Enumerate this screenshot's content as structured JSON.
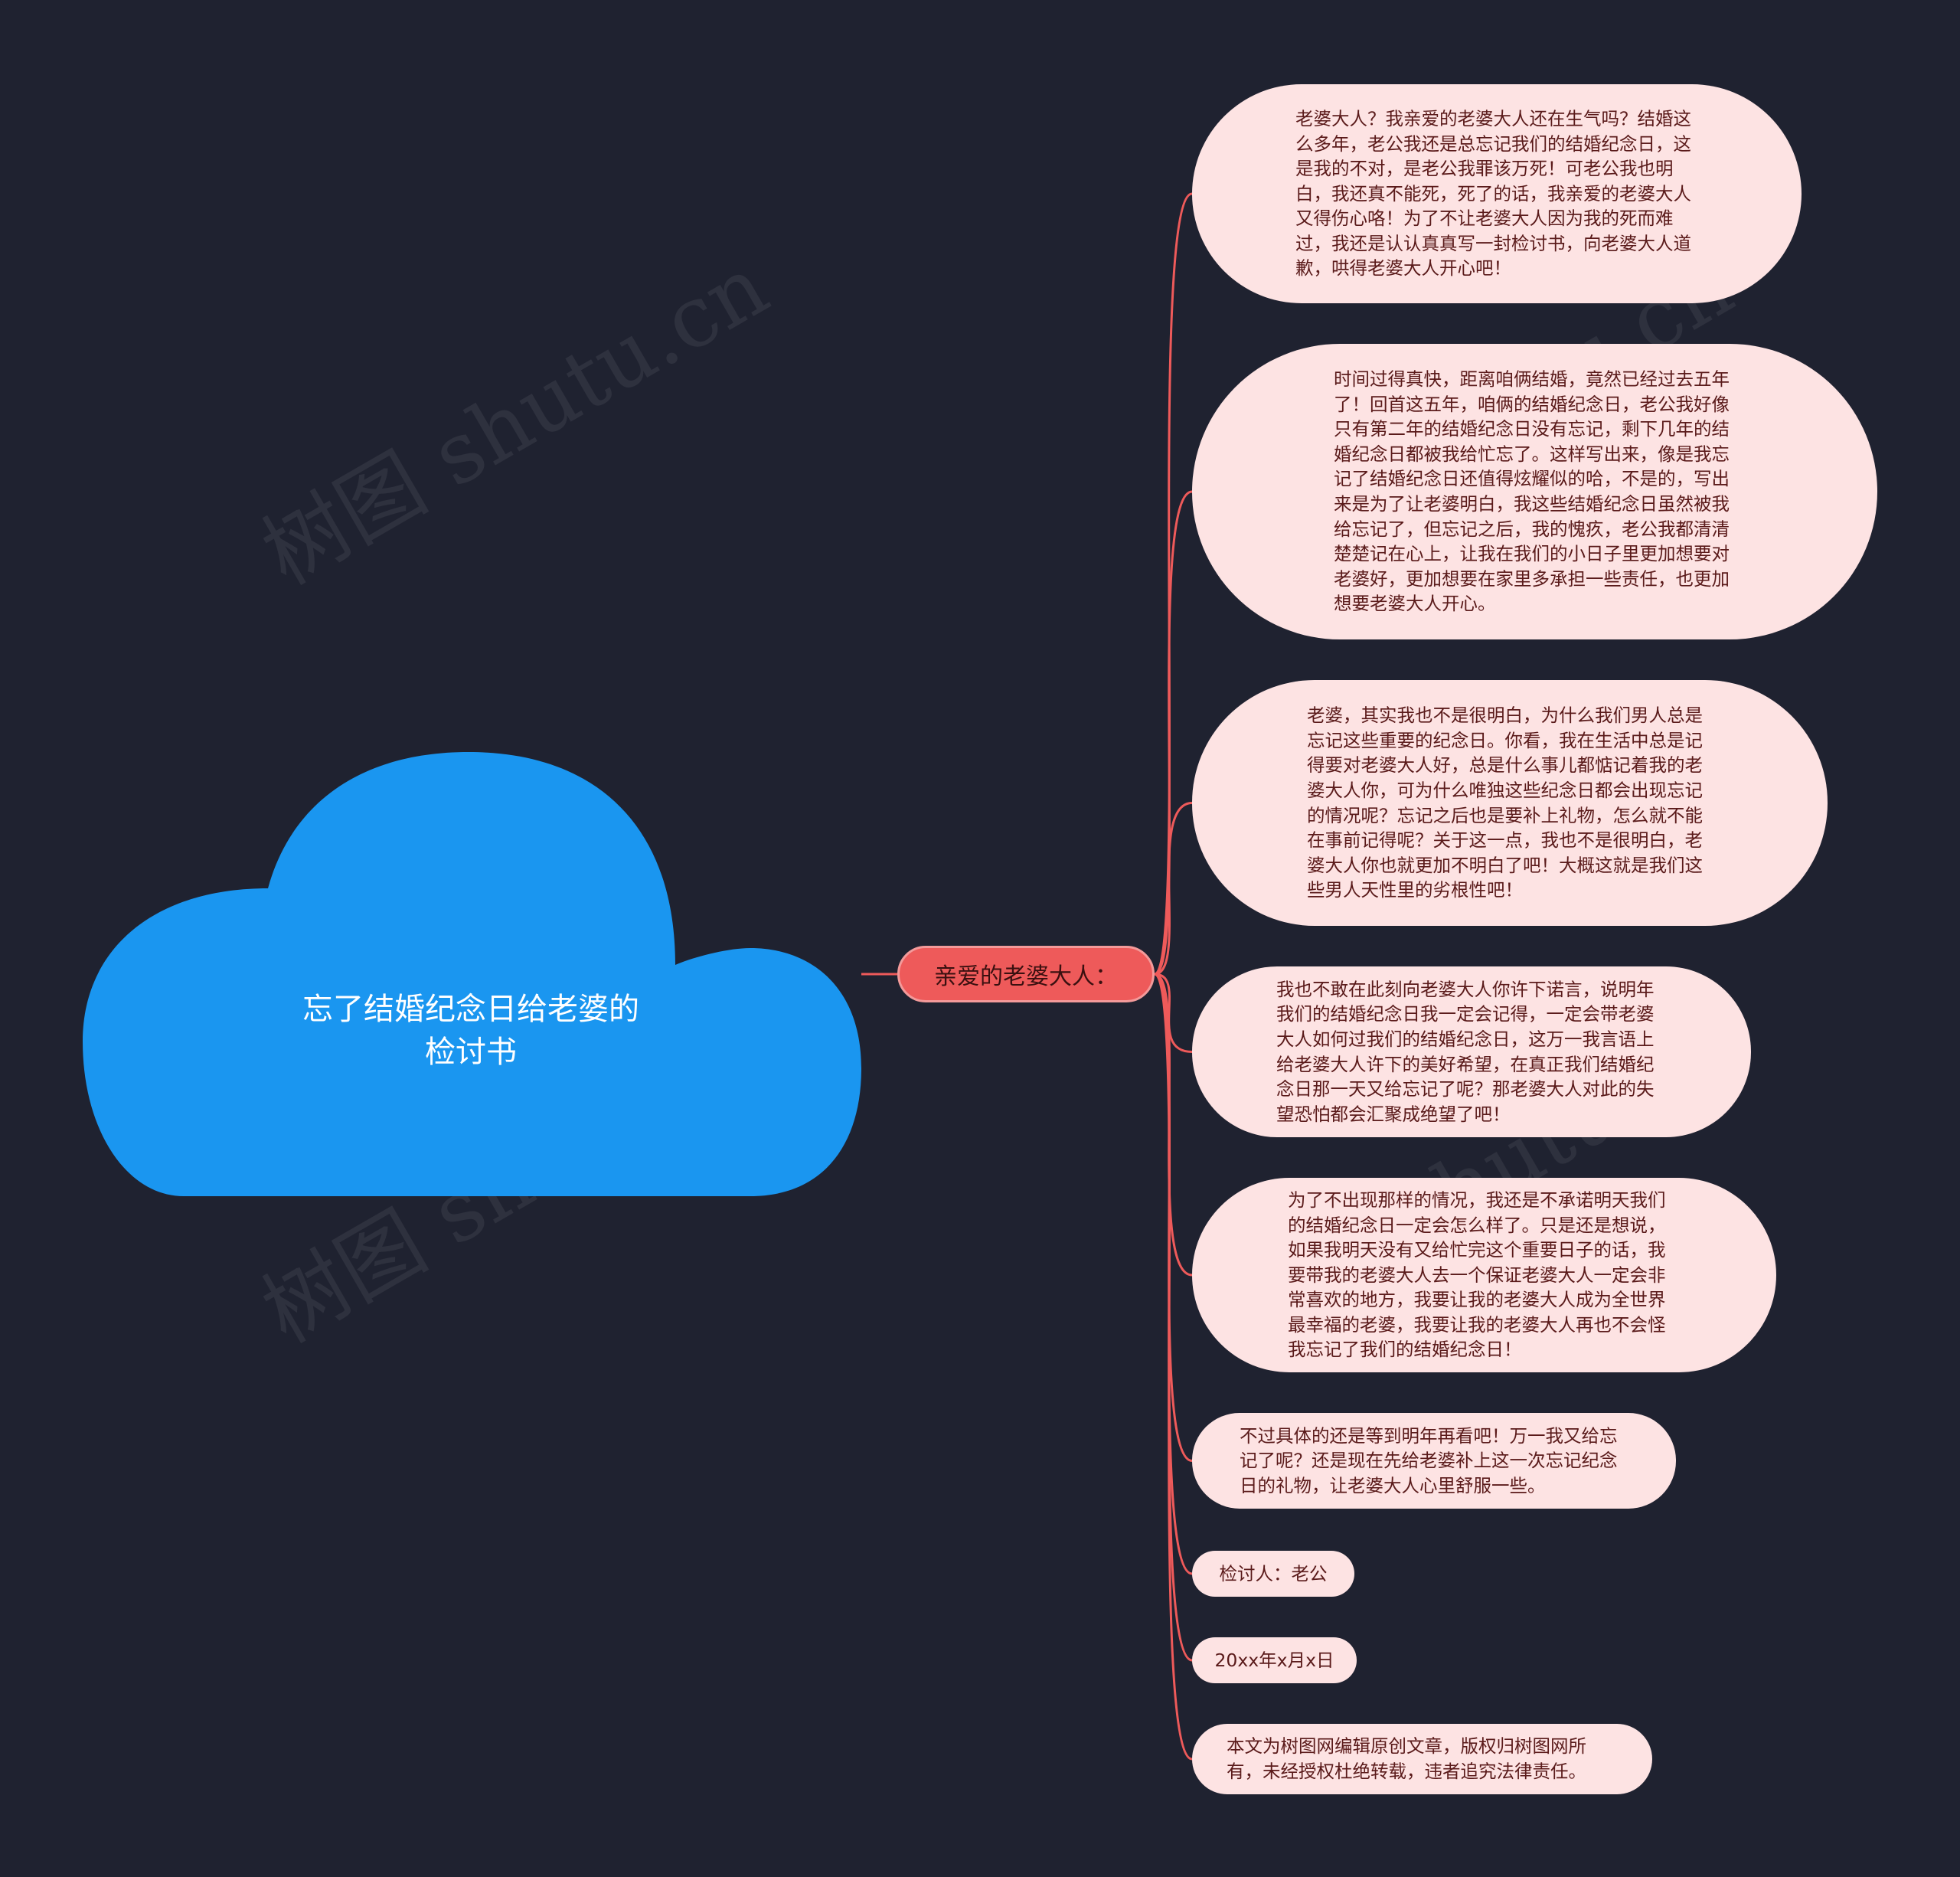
{
  "root": {
    "title_line1": "忘了结婚纪念日给老婆的",
    "title_line2": "检讨书",
    "color": "#1a96f0"
  },
  "branch": {
    "label": "亲爱的老婆大人：",
    "color": "#ee5a5a"
  },
  "leaves": [
    "老婆大人？我亲爱的老婆大人还在生气吗？结婚这么多年，老公我还是总忘记我们的结婚纪念日，这是我的不对，是老公我罪该万死！可老公我也明白，我还真不能死，死了的话，我亲爱的老婆大人又得伤心咯！为了不让老婆大人因为我的死而难过，我还是认认真真写一封检讨书，向老婆大人道歉，哄得老婆大人开心吧！",
    "时间过得真快，距离咱俩结婚，竟然已经过去五年了！回首这五年，咱俩的结婚纪念日，老公我好像只有第二年的结婚纪念日没有忘记，剩下几年的结婚纪念日都被我给忙忘了。这样写出来，像是我忘记了结婚纪念日还值得炫耀似的哈，不是的，写出来是为了让老婆明白，我这些结婚纪念日虽然被我给忘记了，但忘记之后，我的愧疚，老公我都清清楚楚记在心上，让我在我们的小日子里更加想要对老婆好，更加想要在家里多承担一些责任，也更加想要老婆大人开心。",
    "老婆，其实我也不是很明白，为什么我们男人总是忘记这些重要的纪念日。你看，我在生活中总是记得要对老婆大人好，总是什么事儿都惦记着我的老婆大人你，可为什么唯独这些纪念日都会出现忘记的情况呢？忘记之后也是要补上礼物，怎么就不能在事前记得呢？关于这一点，我也不是很明白，老婆大人你也就更加不明白了吧！大概这就是我们这些男人天性里的劣根性吧！",
    "我也不敢在此刻向老婆大人你许下诺言，说明年我们的结婚纪念日我一定会记得，一定会带老婆大人如何过我们的结婚纪念日，这万一我言语上给老婆大人许下的美好希望，在真正我们结婚纪念日那一天又给忘记了呢？那老婆大人对此的失望恐怕都会汇聚成绝望了吧！",
    "为了不出现那样的情况，我还是不承诺明天我们的结婚纪念日一定会怎么样了。只是还是想说，如果我明天没有又给忙完这个重要日子的话，我要带我的老婆大人去一个保证老婆大人一定会非常喜欢的地方，我要让我的老婆大人成为全世界最幸福的老婆，我要让我的老婆大人再也不会怪我忘记了我们的结婚纪念日！",
    "不过具体的还是等到明年再看吧！万一我又给忘记了呢？还是现在先给老婆补上这一次忘记纪念日的礼物，让老婆大人心里舒服一些。",
    "检讨人：老公",
    "20xx年x月x日",
    "本文为树图网编辑原创文章，版权归树图网所有，未经授权杜绝转载，违者追究法律责任。"
  ],
  "watermark": "树图 shutu.cn",
  "connector_color": "#ee5a5a",
  "leaf_color": "#fde3e3"
}
